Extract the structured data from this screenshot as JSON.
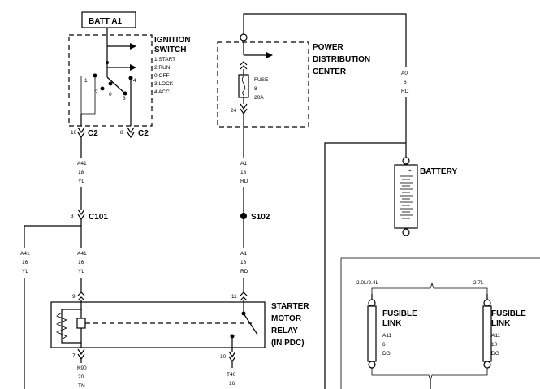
{
  "batt_a1": "BATT A1",
  "ignition_switch": {
    "title_1": "IGNITION",
    "title_2": "SWITCH",
    "legend": [
      "1 START",
      "2 RUN",
      "0 OFF",
      "3 LOCK",
      "4 ACC"
    ],
    "pos_1": "1",
    "pos_2": "2",
    "pos_0": "0",
    "pos_3": "3",
    "pos_4": "4",
    "left_pin": "10",
    "left_conn": "C2",
    "right_pin": "8",
    "right_conn": "C2"
  },
  "pdc": {
    "title_1": "POWER",
    "title_2": "DISTRIBUTION",
    "title_3": "CENTER",
    "fuse_label": "FUSE",
    "fuse_number": "8",
    "fuse_rating": "20A",
    "cavity": "24"
  },
  "wire_a0": {
    "circuit": "A0",
    "gauge": "6",
    "color": "RD"
  },
  "battery_label": "BATTERY",
  "wire_a41_upper": {
    "circuit": "A41",
    "gauge": "18",
    "color": "YL"
  },
  "c101": {
    "pin": "3",
    "label": "C101"
  },
  "wire_a41_side": {
    "circuit": "A41",
    "gauge": "16",
    "color": "YL"
  },
  "wire_a41_lower": {
    "circuit": "A41",
    "gauge": "16",
    "color": "YL"
  },
  "wire_a1_upper": {
    "circuit": "A1",
    "gauge": "18",
    "color": "RD"
  },
  "s102": "S102",
  "wire_a1_lower": {
    "circuit": "A1",
    "gauge": "18",
    "color": "RD"
  },
  "starter_relay": {
    "title_1": "STARTER",
    "title_2": "MOTOR",
    "title_3": "RELAY",
    "title_4": "(IN PDC)",
    "pin_coil_in": "9",
    "pin_contact_in": "11",
    "pin_coil_out": "7",
    "pin_contact_out": "10"
  },
  "wire_k90": {
    "circuit": "K90",
    "gauge": "20",
    "color": "TN"
  },
  "wire_t40": {
    "circuit": "T40",
    "gauge": "16"
  },
  "engine_left": "2.0L/2.4L",
  "engine_right": "2.7L",
  "fusible_link_left": {
    "title_1": "FUSIBLE",
    "title_2": "LINK",
    "circuit": "A11",
    "gauge": "6",
    "color": "DG"
  },
  "fusible_link_right": {
    "title_1": "FUSIBLE",
    "title_2": "LINK",
    "circuit": "A11",
    "gauge": "10",
    "color": "DG"
  }
}
